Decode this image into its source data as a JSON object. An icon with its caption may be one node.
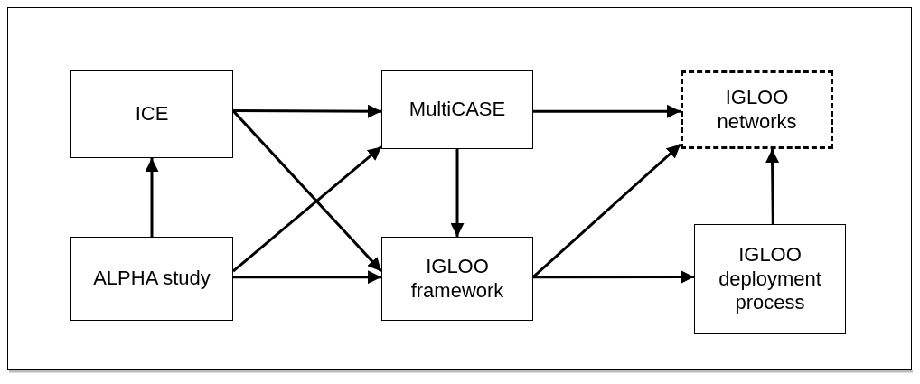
{
  "diagram": {
    "nodes": [
      {
        "text": [
          "ICE"
        ]
      },
      {
        "text": [
          "MultiCASE"
        ]
      },
      {
        "text": [
          "IGLOO networks"
        ]
      },
      {
        "text": [
          "ALPHA study"
        ]
      },
      {
        "text": [
          "IGLOO framework"
        ]
      },
      {
        "text": [
          "IGLOO deployment process"
        ]
      }
    ],
    "edges": [
      {
        "from": 0,
        "to": 1,
        "arrow": "to"
      },
      {
        "from": 0,
        "to": 4,
        "arrow": "to"
      },
      {
        "from": 3,
        "to": 0,
        "arrow": "to"
      },
      {
        "from": 3,
        "to": 1,
        "arrow": "to"
      },
      {
        "from": 3,
        "to": 4,
        "arrow": "to"
      },
      {
        "from": 1,
        "to": 4,
        "arrow": "to"
      },
      {
        "from": 1,
        "to": 2,
        "arrow": "to"
      },
      {
        "from": 4,
        "to": 2,
        "arrow": "to"
      },
      {
        "from": 4,
        "to": 5,
        "arrow": "to"
      },
      {
        "from": 5,
        "to": 2,
        "arrow": "to"
      }
    ]
  }
}
